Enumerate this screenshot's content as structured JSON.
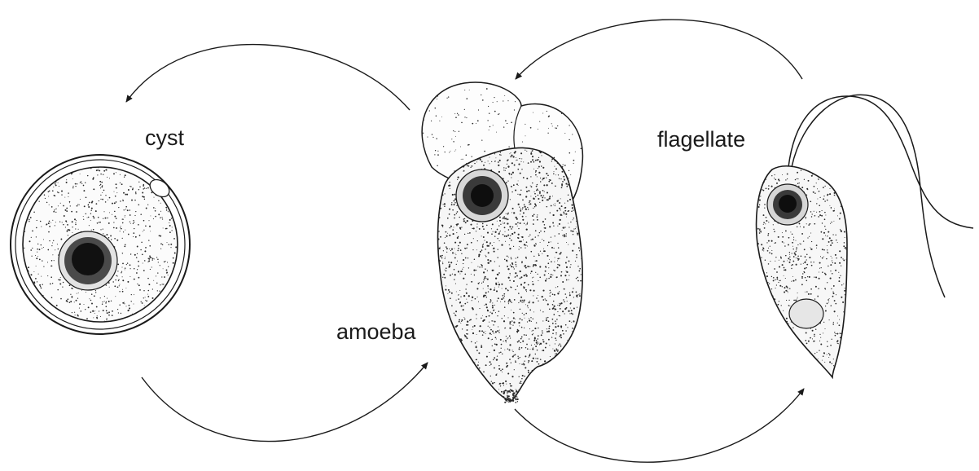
{
  "labels": {
    "cyst": "cyst",
    "amoeba": "amoeba",
    "flagellate": "flagellate"
  },
  "colors": {
    "ink": "#1a1a1a",
    "stipple": "#2a2a2a",
    "nucleus": "#111111",
    "background": "#ffffff"
  }
}
